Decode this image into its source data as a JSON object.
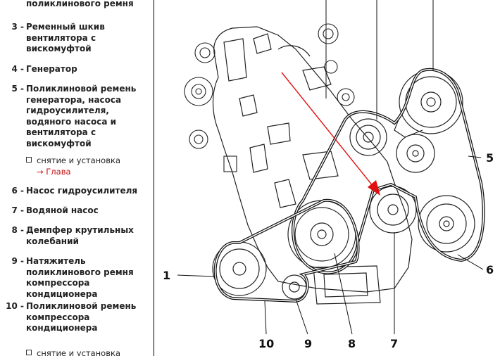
{
  "legend": {
    "items": [
      {
        "num": "",
        "text": "поликлинового ремня"
      },
      {
        "num": "3 -",
        "text": "Ременный шкив\nвентилятора с\nвискомуфтой"
      },
      {
        "num": "4 -",
        "text": "Генератор"
      },
      {
        "num": "5 -",
        "text": "Поликлиновой ремень\nгенератора, насоса\nгидроусилителя,\nводяного насоса и\nвентилятора с\nвискомуфтой"
      },
      {
        "num": "6 -",
        "text": "Насос гидроусилителя"
      },
      {
        "num": "7 -",
        "text": "Водяной насос"
      },
      {
        "num": "8 -",
        "text": "Демпфер крутильных\nколебаний"
      },
      {
        "num": "9 -",
        "text": "Натяжитель\nполиклинового ремня\nкомпрессора\nкондиционера"
      },
      {
        "num": "10 -",
        "text": "Поликлиновой ремень\nкомпрессора\nкондиционера"
      }
    ],
    "sub_items": [
      {
        "text": "снятие и установка",
        "link": "→ Глава"
      },
      {
        "text": "снятие и установка"
      }
    ]
  },
  "diagram": {
    "callouts": [
      "1",
      "5",
      "6",
      "7",
      "8",
      "9",
      "10"
    ]
  },
  "colors": {
    "link": "#c01010",
    "arrow": "#e01010",
    "line": "#111111"
  }
}
